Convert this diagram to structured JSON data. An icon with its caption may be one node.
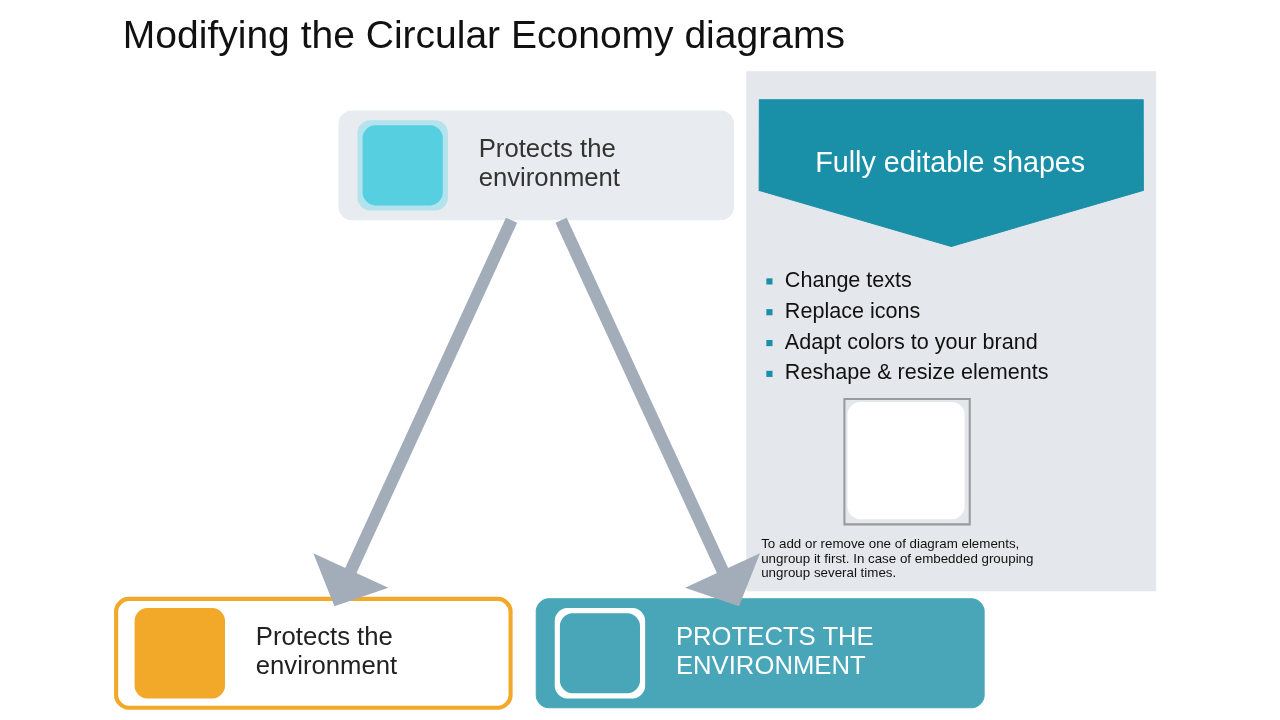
{
  "diagram": {
    "title": "Modifying the Circular Economy diagrams",
    "nodes": [
      {
        "text": [
          "Protects the environment"
        ]
      },
      {
        "text": [
          "Protects the environment"
        ]
      },
      {
        "text": [
          "PROTECTS THE ENVIRONMENT"
        ]
      },
      {
        "text": [
          "Change texts",
          "Replace icons",
          "Adapt colors to your brand",
          "Reshape & resize elements",
          "To add or remove one of diagram elements, ungroup it first. In case of embedded grouping ungroup several times."
        ]
      },
      {
        "text": [
          "Fully editable shapes"
        ],
        "in": 3
      }
    ],
    "edges": [
      {
        "from": 0,
        "to": 1,
        "arrow": "to"
      },
      {
        "from": 0,
        "to": 2,
        "arrow": "to"
      }
    ]
  }
}
